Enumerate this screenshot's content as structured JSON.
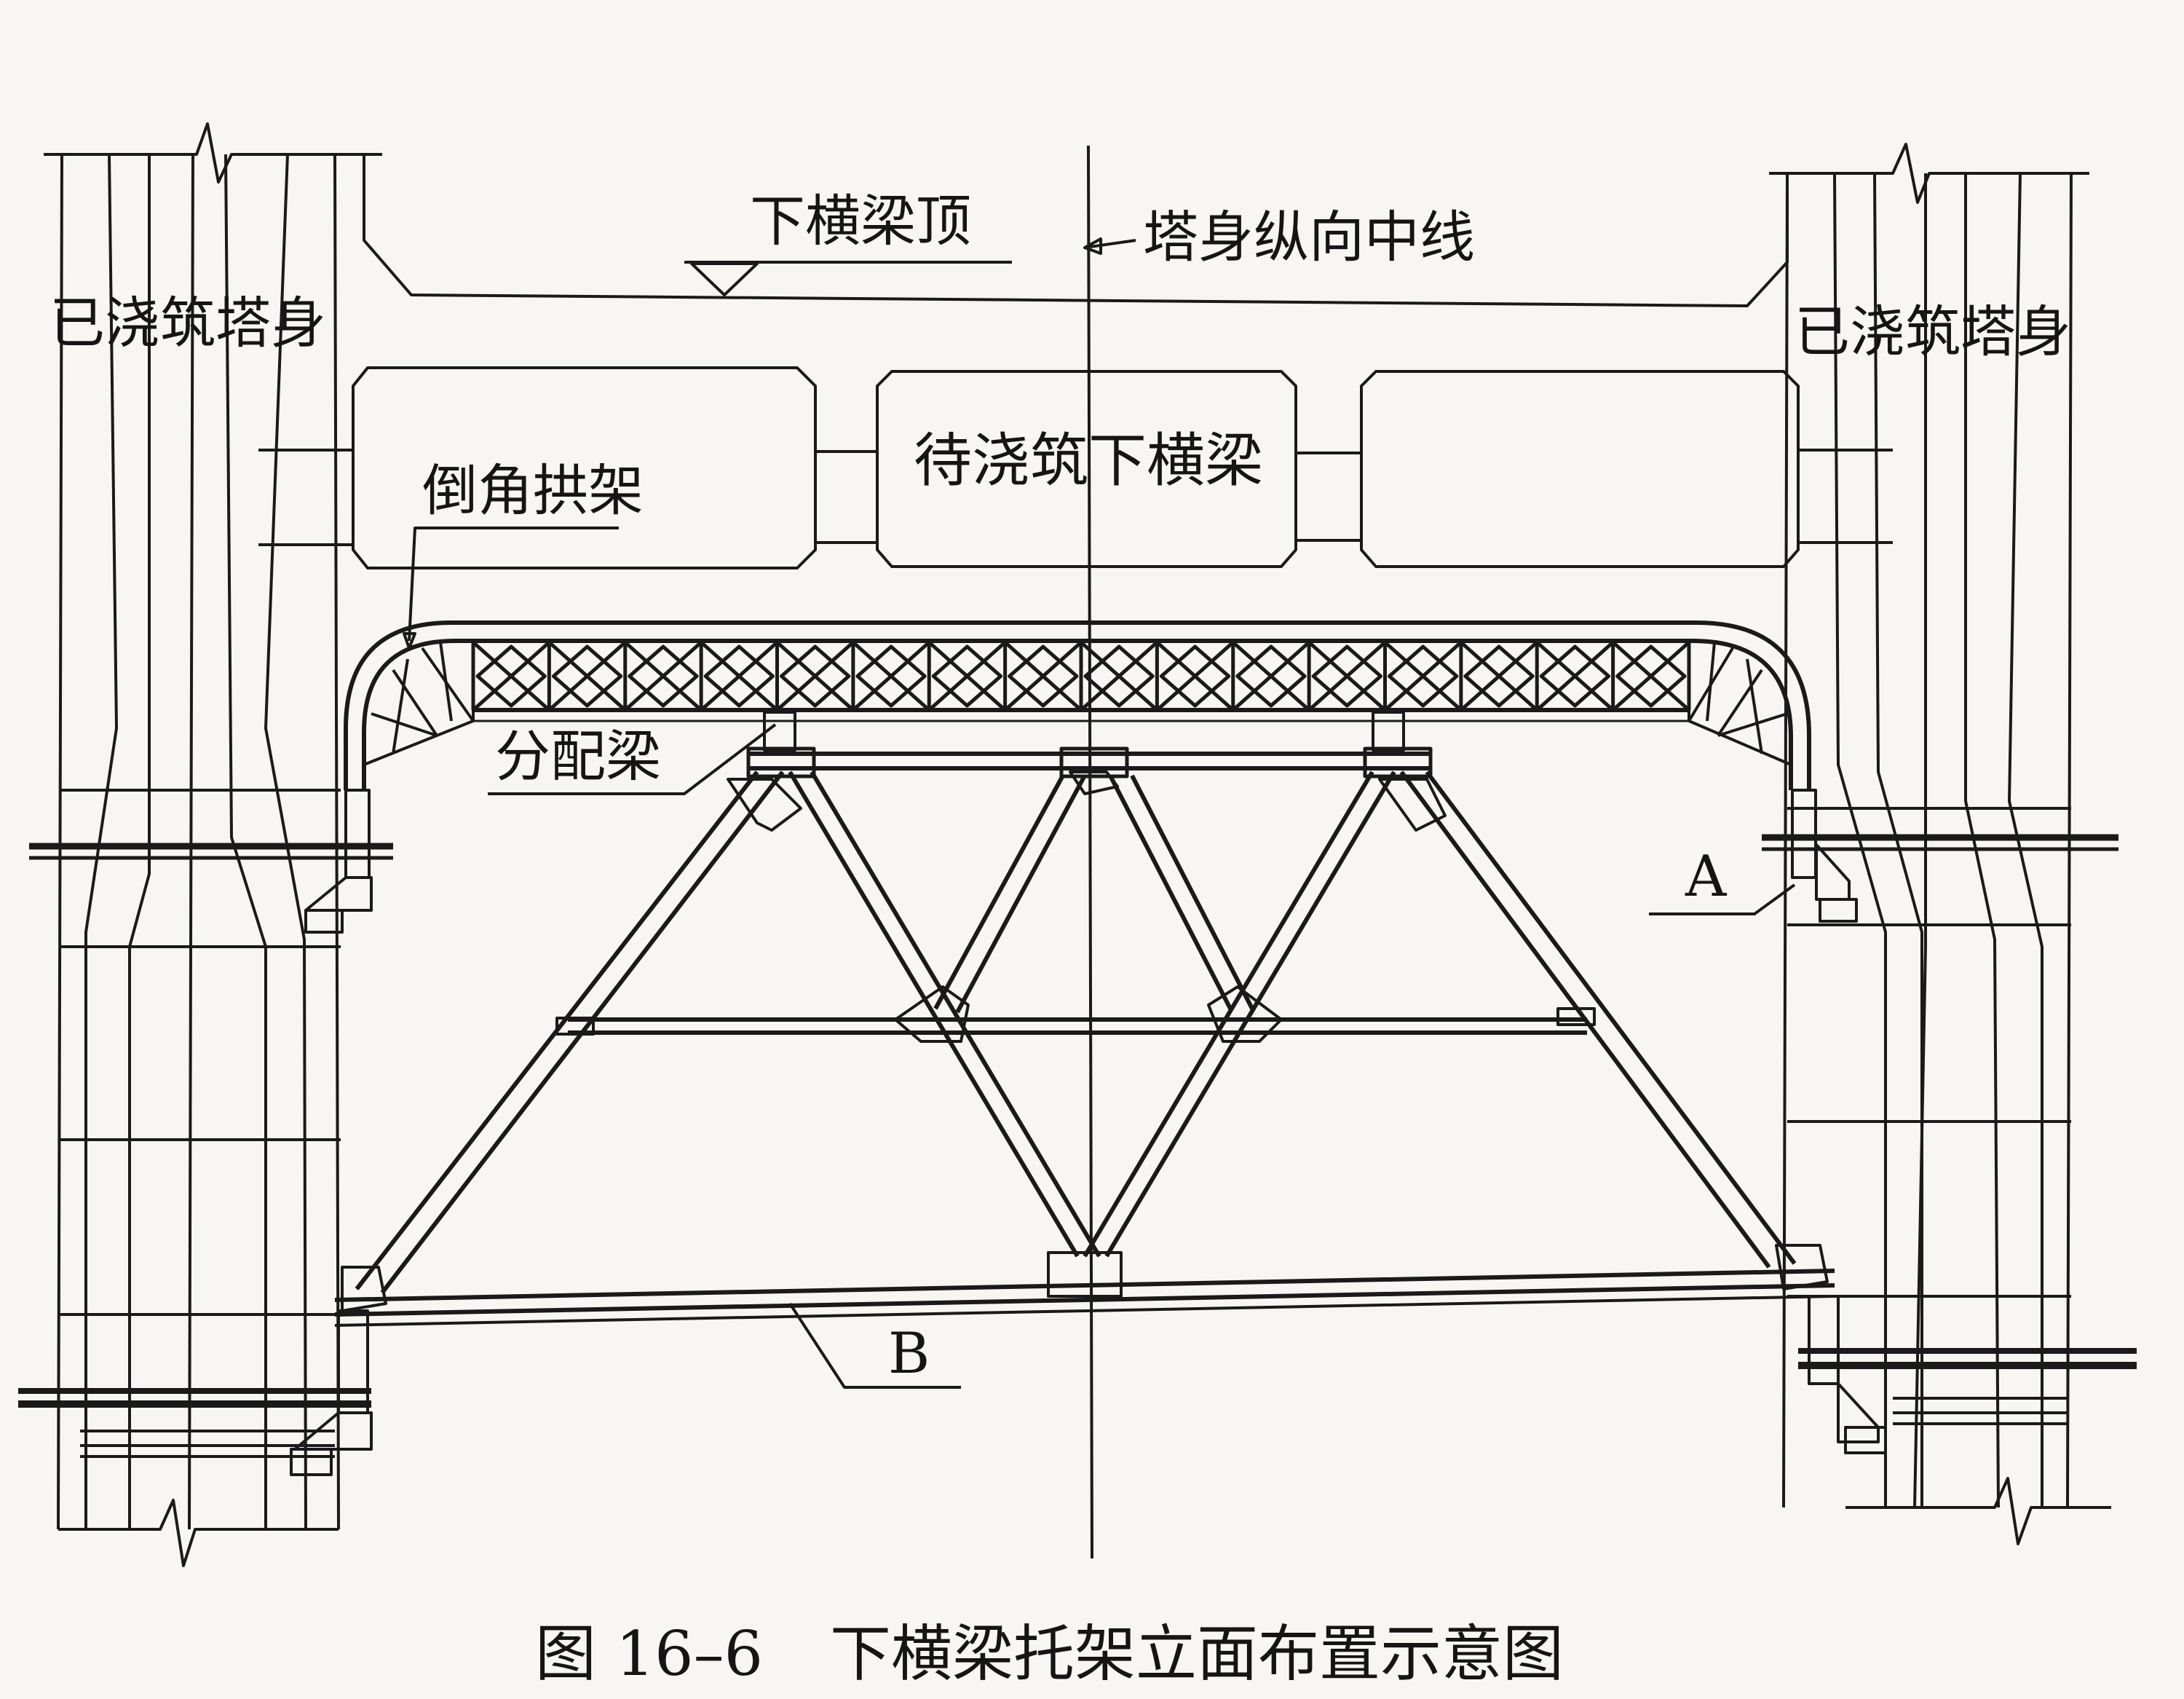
{
  "labels": {
    "cast_tower_left": "已浇筑塔身",
    "cast_tower_right": "已浇筑塔身",
    "beam_top": "下横梁顶",
    "centerline": "塔身纵向中线",
    "beam_to_cast": "待浇筑下横梁",
    "chamfer_arch": "倒角拱架",
    "distribution_beam": "分配梁",
    "marker_a": "A",
    "marker_b": "B"
  },
  "caption": {
    "figure_number": "图 16–6",
    "title": "下横梁托架立面布置示意图"
  },
  "colors": {
    "line": "#1a1a1a",
    "paper": "#f7f6f2"
  }
}
